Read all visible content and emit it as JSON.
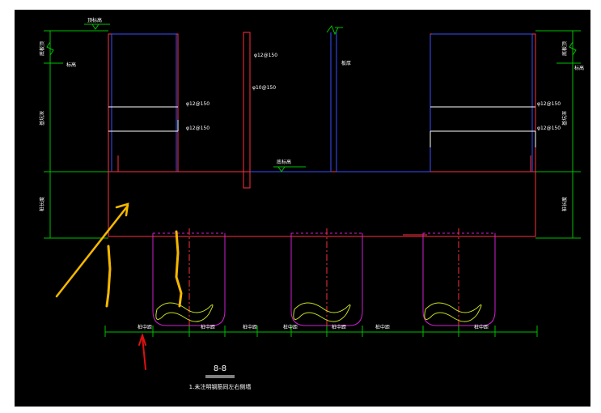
{
  "colors": {
    "background": "#000000",
    "frame": "#ffffff",
    "outline": "#ff3040",
    "inner": "#3a50ff",
    "dimension": "#00c000",
    "text": "#ffffff",
    "pile": "#d020d0",
    "rebar": "#ffffff",
    "annotation_arrow": "#f5b800",
    "highlight_marks": "#f5b800",
    "red_pointer": "#e01010",
    "pile_loop": "#c8e020"
  },
  "left_dims": {
    "top": "底板顶",
    "mid": "基坑深",
    "bottom": "桩长度"
  },
  "right_dims": {
    "top": "底板顶",
    "mid": "基坑深",
    "bottom": "桩长度"
  },
  "small_labels": {
    "left_elev": "标高",
    "right_elev": "标高",
    "top_mark": "顶标高",
    "center_a": "φ12@150",
    "center_b": "φ10@150",
    "center_c": "板厚",
    "mid_mark": "底标高"
  },
  "rebar_labels": {
    "left_1": "φ12@150",
    "left_2": "φ12@150",
    "right_1": "φ12@150",
    "right_2": "φ12@150"
  },
  "bottom_dims": [
    "桩中距",
    "桩中距",
    "桩中距",
    "桩中距",
    "桩中距",
    "桩中距",
    "桩中距"
  ],
  "title": {
    "section": "8-8",
    "note": "1.未注明钢筋同左右侧墙"
  }
}
